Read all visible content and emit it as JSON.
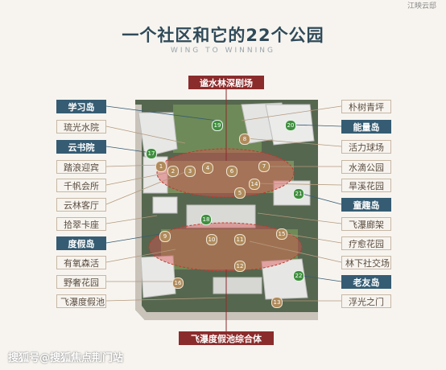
{
  "brand": "江映云邸",
  "title": "一个社区和它的22个公园",
  "subtitle": "WING TO WINNING",
  "top_label": "谧水林深剧场",
  "bottom_label": "飞瀑度假池综合体",
  "left_labels": [
    "学习岛",
    "琉光水院",
    "云书院",
    "踏浪迎宾",
    "千帆会所",
    "云林客厅",
    "拾翠卡座",
    "度假岛",
    "有氧森活",
    "野奢花园",
    "飞瀑度假池"
  ],
  "left_styles": [
    "blue",
    "plain",
    "blue",
    "plain",
    "plain",
    "plain",
    "plain",
    "blue",
    "plain",
    "plain",
    "plain"
  ],
  "right_labels": [
    "朴树青坪",
    "能量岛",
    "活力球场",
    "水滴公园",
    "旱溪花园",
    "童趣岛",
    "飞瀑廊架",
    "疗愈花园",
    "林下社交场",
    "老友岛",
    "浮光之门"
  ],
  "right_styles": [
    "plain",
    "blue",
    "plain",
    "plain",
    "plain",
    "blue",
    "plain",
    "plain",
    "plain",
    "blue",
    "plain"
  ],
  "markers": [
    "1",
    "2",
    "3",
    "4",
    "5",
    "6",
    "7",
    "8",
    "9",
    "10",
    "11",
    "12",
    "13",
    "14",
    "15",
    "16",
    "17",
    "18",
    "19",
    "20",
    "21",
    "22"
  ],
  "watermark": "搜狐号@搜狐焦点荆门站"
}
